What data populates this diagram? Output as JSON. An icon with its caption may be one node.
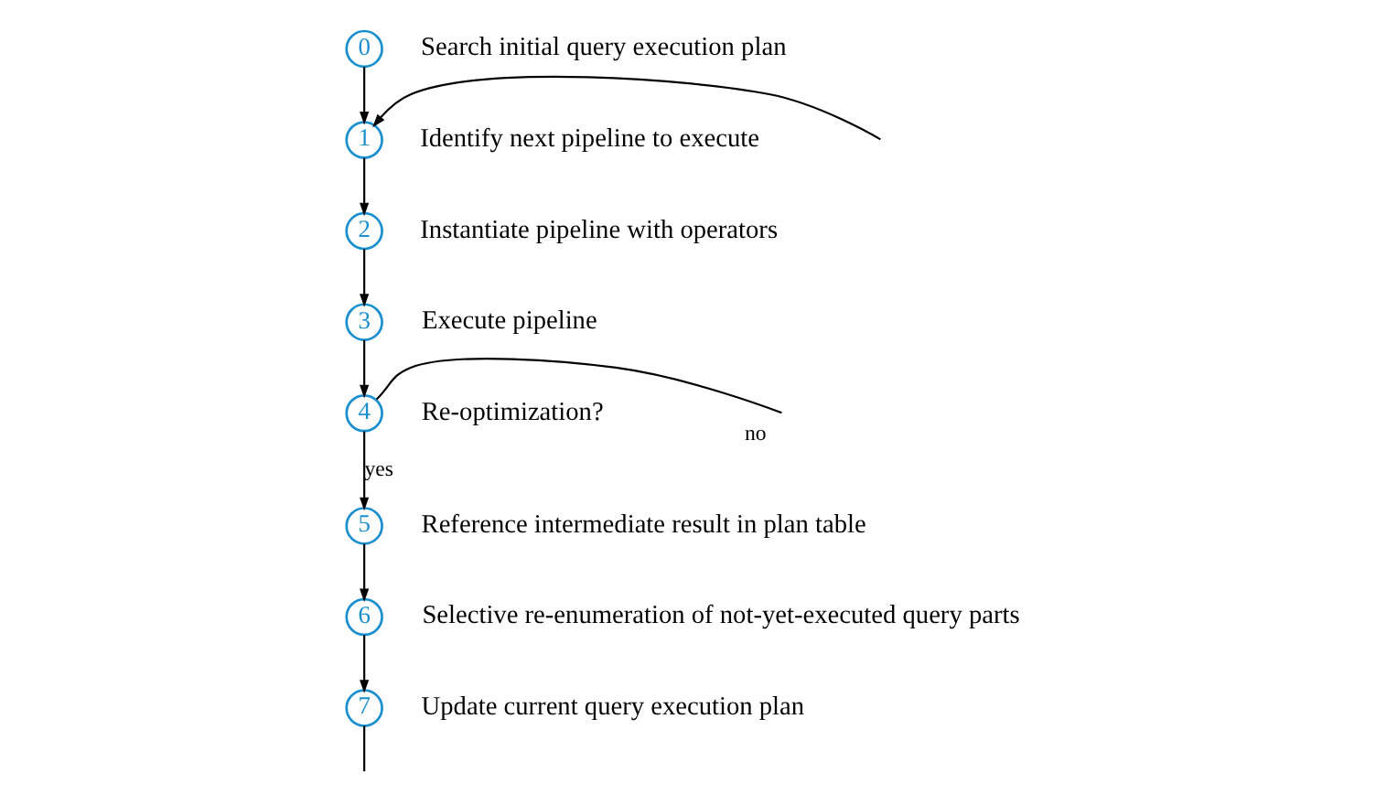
{
  "diagram": {
    "nodes": [
      {
        "text": [
          "0"
        ],
        "beside": [
          "Search initial query execution plan"
        ]
      },
      {
        "text": [
          "1"
        ],
        "beside": [
          "Identify next pipeline to execute"
        ]
      },
      {
        "text": [
          "2"
        ],
        "beside": [
          "Instantiate pipeline with operators"
        ]
      },
      {
        "text": [
          "3"
        ],
        "beside": [
          "Execute pipeline"
        ]
      },
      {
        "text": [
          "4"
        ],
        "beside": [
          "Re-optimization?"
        ]
      },
      {
        "text": [
          "5"
        ],
        "beside": [
          "Reference intermediate result in plan table"
        ]
      },
      {
        "text": [
          "6"
        ],
        "beside": [
          "Selective re-enumeration of not-yet-executed query parts"
        ]
      },
      {
        "text": [
          "7"
        ],
        "beside": [
          "Update current query execution plan"
        ]
      }
    ],
    "edges": [
      {
        "from": 0,
        "to": 1,
        "arrow": "to"
      },
      {
        "from": null,
        "to": 1,
        "arrow": "to"
      },
      {
        "from": 1,
        "to": 2,
        "arrow": "to"
      },
      {
        "from": 2,
        "to": 3,
        "arrow": "to"
      },
      {
        "from": 3,
        "to": 4,
        "arrow": "to"
      },
      {
        "from": 4,
        "to": null,
        "arrow": "none",
        "label": "no"
      },
      {
        "from": 4,
        "to": 5,
        "arrow": "to",
        "label": "yes"
      },
      {
        "from": 5,
        "to": 6,
        "arrow": "to"
      },
      {
        "from": 6,
        "to": 7,
        "arrow": "to"
      },
      {
        "from": 7,
        "to": null,
        "arrow": "none"
      }
    ]
  }
}
